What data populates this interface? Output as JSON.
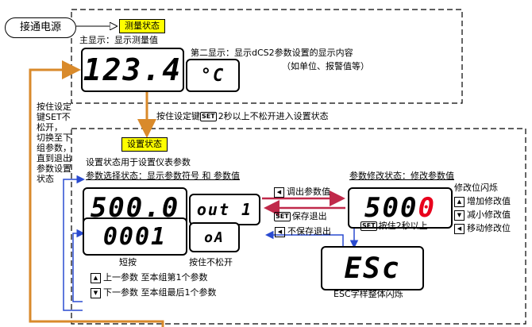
{
  "power_on": "接通电源",
  "measure_state": {
    "tag": "测量状态",
    "main_display_label": "主显示：显示测量值",
    "second_display_label": "第二显示：显示dCS2参数设置的显示内容",
    "second_display_note": "（如单位、报警值等）",
    "main_value": "123.4",
    "unit_display": "°C"
  },
  "press_note": {
    "prefix": "按住设定键",
    "key": "SET",
    "suffix": "2秒以上不松开进入设置状态"
  },
  "left_note": [
    "按住设定",
    "键SET不",
    "松开，",
    "切换至下",
    "组参数，",
    "直到退出",
    "参数设置",
    "状态"
  ],
  "setting_state": {
    "tag": "设置状态",
    "desc1": "设置状态用于设置仪表参数",
    "desc2": "参数选择状态：显示参数符号 和 参数值",
    "param_value": "500.0",
    "param_symbol": "out 1",
    "group_value": "0001",
    "group_symbol": "oA",
    "short_press": "短按",
    "long_press": "按住不松开",
    "up_note": "上一参数  至本组第1个参数",
    "down_note": "下一参数  至本组最后1个参数"
  },
  "modify_state": {
    "title": "参数修改状态：修改参数值",
    "value_main": "500",
    "value_blink": "0",
    "blink_label": "修改位闪烁",
    "inc_label": "增加修改值",
    "dec_label": "减小修改值",
    "move_label": "移动修改位"
  },
  "arrows": {
    "call_value": "调出参数值",
    "save_exit": "保存退出",
    "nosave_exit": "不保存退出",
    "press2s": "按住2秒以上"
  },
  "esc": {
    "value": "ESc",
    "caption": "ESC字样整体闪烁"
  },
  "colors": {
    "orange": "#d98a2b",
    "blue": "#2a4bd0",
    "crimson": "#c0294a",
    "red": "#e8001c",
    "yellow": "#ffff00"
  }
}
